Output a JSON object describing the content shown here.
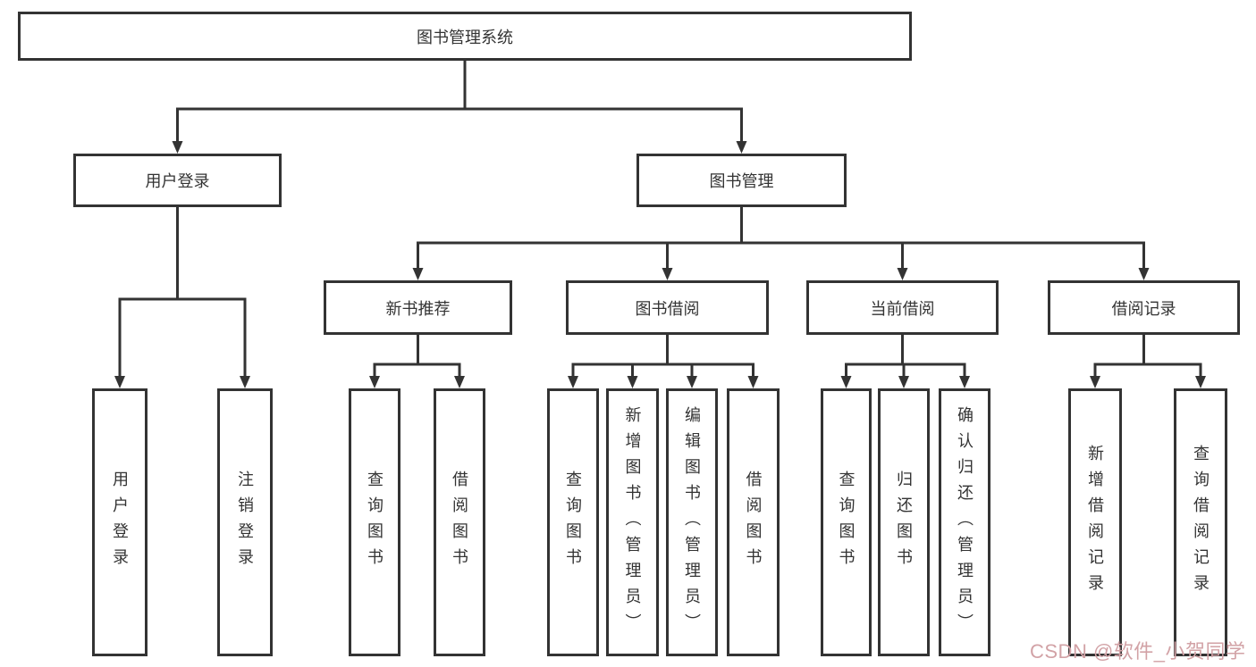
{
  "tree": {
    "label": "图书管理系统",
    "children": [
      {
        "label": "用户登录",
        "children": [
          {
            "label": "用户登录"
          },
          {
            "label": "注销登录"
          }
        ]
      },
      {
        "label": "图书管理",
        "children": [
          {
            "label": "新书推荐",
            "children": [
              {
                "label": "查询图书"
              },
              {
                "label": "借阅图书"
              }
            ]
          },
          {
            "label": "图书借阅",
            "children": [
              {
                "label": "查询图书"
              },
              {
                "label": "新增图书（管理员）"
              },
              {
                "label": "编辑图书（管理员）"
              },
              {
                "label": "借阅图书"
              }
            ]
          },
          {
            "label": "当前借阅",
            "children": [
              {
                "label": "查询图书"
              },
              {
                "label": "归还图书"
              },
              {
                "label": "确认归还（管理员）"
              }
            ]
          },
          {
            "label": "借阅记录",
            "children": [
              {
                "label": "新增借阅记录"
              },
              {
                "label": "查询借阅记录"
              }
            ]
          }
        ]
      }
    ]
  },
  "watermark": {
    "text": "CSDN @软件_小贺同学"
  },
  "colors": {
    "line": "#333333",
    "box_border": "#333333",
    "box_fill": "#ffffff",
    "text": "#333333",
    "watermark": "#d2a2a6",
    "background": "#ffffff"
  }
}
